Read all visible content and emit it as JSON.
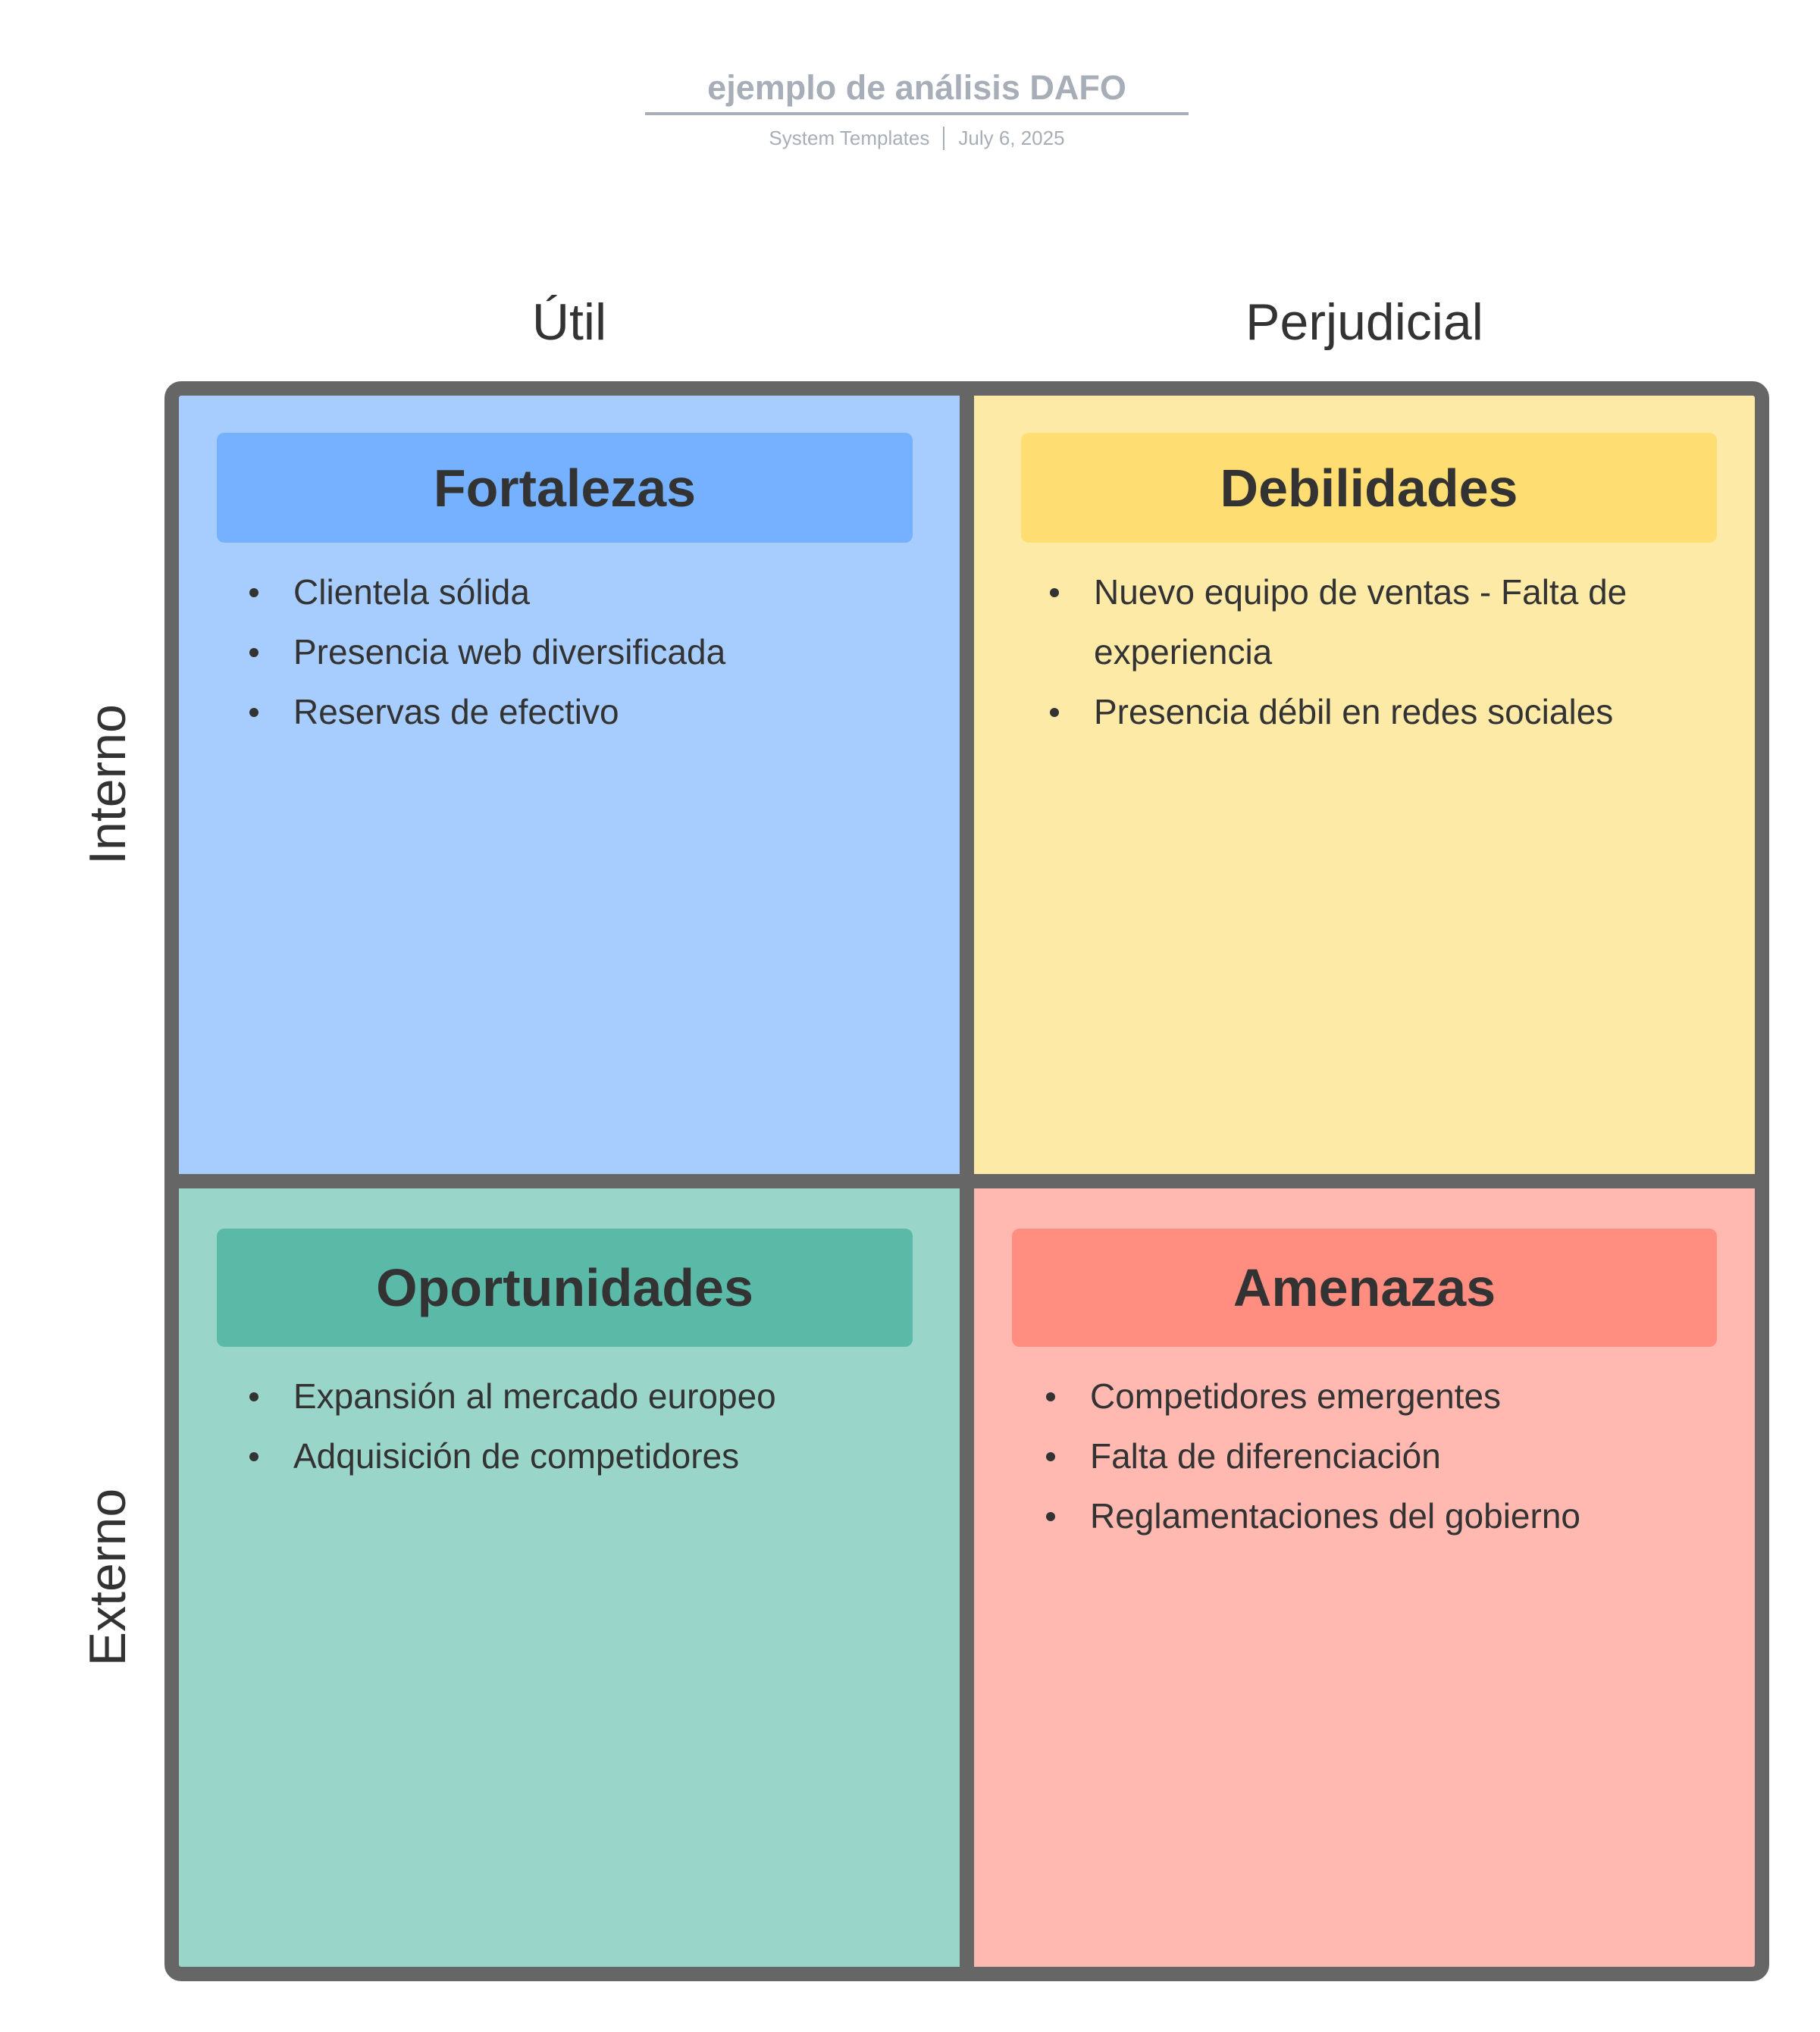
{
  "document": {
    "title": "ejemplo de análisis DAFO",
    "author": "System Templates",
    "date": "July 6, 2025"
  },
  "axes": {
    "columns": [
      "Útil",
      "Perjudicial"
    ],
    "rows": [
      "Interno",
      "Externo"
    ]
  },
  "quadrants": {
    "strengths": {
      "title": "Fortalezas",
      "color_header": "#75b1fe",
      "color_body": "#a6cdfe",
      "items": [
        "Clientela sólida",
        "Presencia web diversificada",
        "Reservas de efectivo"
      ]
    },
    "weaknesses": {
      "title": "Debilidades",
      "color_header": "#fedd72",
      "color_body": "#feeaa7",
      "items": [
        "Nuevo equipo de ventas - Falta de experiencia",
        "Presencia débil en redes sociales"
      ]
    },
    "opportunities": {
      "title": "Oportunidades",
      "color_header": "#5bb9a7",
      "color_body": "#9ad5ca",
      "items": [
        "Expansión al mercado europeo",
        "Adquisición de competidores"
      ]
    },
    "threats": {
      "title": "Amenazas",
      "color_header": "#ff8d80",
      "color_body": "#ffb9b1",
      "items": [
        "Competidores emergentes",
        "Falta de diferenciación",
        "Reglamentaciones del gobierno"
      ]
    }
  },
  "colors": {
    "border": "#666666",
    "text": "#333333",
    "meta_text": "#a8aeb7"
  }
}
